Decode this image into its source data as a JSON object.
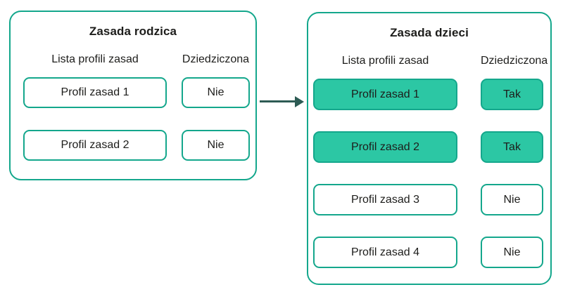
{
  "colors": {
    "teal_border": "#14a78c",
    "teal_fill": "#2cc7a4",
    "arrow": "#2d5b54",
    "text": "#1d1d1b",
    "background": "#ffffff"
  },
  "parent_panel": {
    "title": "Zasada rodzica",
    "columns": {
      "profiles": "Lista profili zasad",
      "inherited": "Dziedziczona"
    },
    "rows": [
      {
        "profile": "Profil zasad 1",
        "inherited": "Nie",
        "highlighted": false
      },
      {
        "profile": "Profil zasad 2",
        "inherited": "Nie",
        "highlighted": false
      }
    ]
  },
  "child_panel": {
    "title": "Zasada dzieci",
    "columns": {
      "profiles": "Lista profili zasad",
      "inherited": "Dziedziczona"
    },
    "rows": [
      {
        "profile": "Profil zasad 1",
        "inherited": "Tak",
        "highlighted": true
      },
      {
        "profile": "Profil zasad 2",
        "inherited": "Tak",
        "highlighted": true
      },
      {
        "profile": "Profil zasad 3",
        "inherited": "Nie",
        "highlighted": false
      },
      {
        "profile": "Profil zasad 4",
        "inherited": "Nie",
        "highlighted": false
      }
    ]
  },
  "arrow": {
    "direction": "right"
  }
}
